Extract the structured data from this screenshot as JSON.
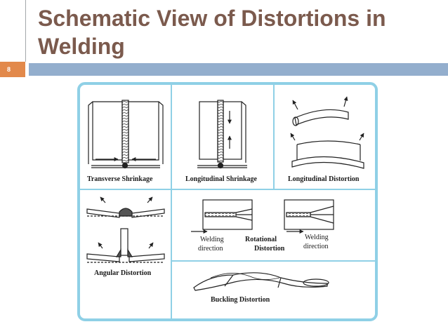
{
  "slide": {
    "title": "Schematic View of Distortions in Welding",
    "page_number": "8"
  },
  "figure": {
    "labels": {
      "transverse": "Transverse Shrinkage",
      "longitudinal_shrinkage": "Longitudinal Shrinkage",
      "longitudinal_distortion": "Longitudinal Distortion",
      "angular": "Angular Distortion",
      "rotational_line1": "Rotational",
      "rotational_line2": "Distortion",
      "welding_dir_1_line1": "Welding",
      "welding_dir_1_line2": "direction",
      "welding_dir_2_line1": "Welding",
      "welding_dir_2_line2": "direction",
      "buckling": "Buckling Distortion"
    }
  },
  "colors": {
    "title": "#7b5a4d",
    "accent_bar": "#93aecd",
    "page_box": "#e2894b",
    "frame": "#8fd0e6"
  }
}
